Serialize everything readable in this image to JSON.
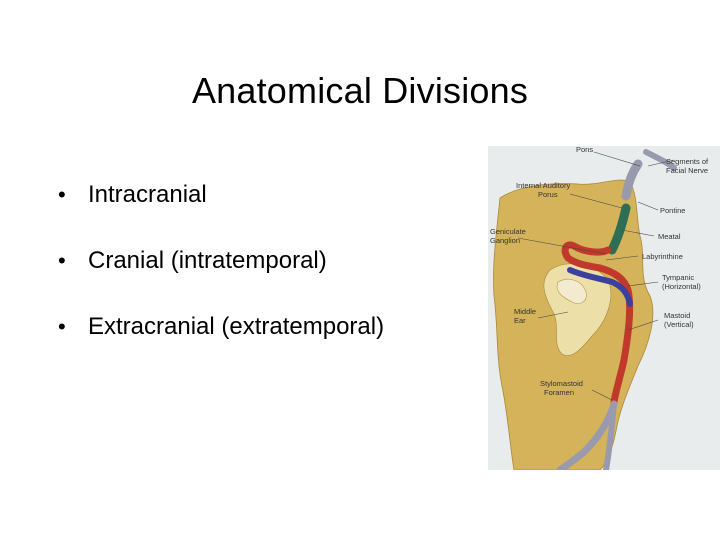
{
  "slide": {
    "title": "Anatomical  Divisions",
    "bullets": [
      {
        "marker": "•",
        "text": "Intracranial"
      },
      {
        "marker": "•",
        "text": "Cranial (intratemporal)"
      },
      {
        "marker": "•",
        "text": "Extracranial (extratemporal)"
      }
    ]
  },
  "figure": {
    "labels": {
      "pons": "Pons",
      "segments_1": "Segments of",
      "segments_2": "Facial Nerve",
      "iap_1": "Internal Auditory",
      "iap_2": "Porus",
      "pontine": "Pontine",
      "geniculate_1": "Geniculate",
      "geniculate_2": "Ganglion",
      "meatal": "Meatal",
      "labyrinthine": "Labyrinthine",
      "tympanic_1": "Tympanic",
      "tympanic_2": "(Horizontal)",
      "middle_ear_1": "Middle",
      "middle_ear_2": "Ear",
      "mastoid_1": "Mastoid",
      "mastoid_2": "(Vertical)",
      "stylo_1": "Stylomastoid",
      "stylo_2": "Foramen"
    },
    "colors": {
      "bone": "#d4b35a",
      "background": "#e9ecec",
      "nerve": "#9a9aae",
      "green_segment": "#2f6e55",
      "red_segment": "#c0392b",
      "blue_segment": "#3b3f9e"
    }
  }
}
